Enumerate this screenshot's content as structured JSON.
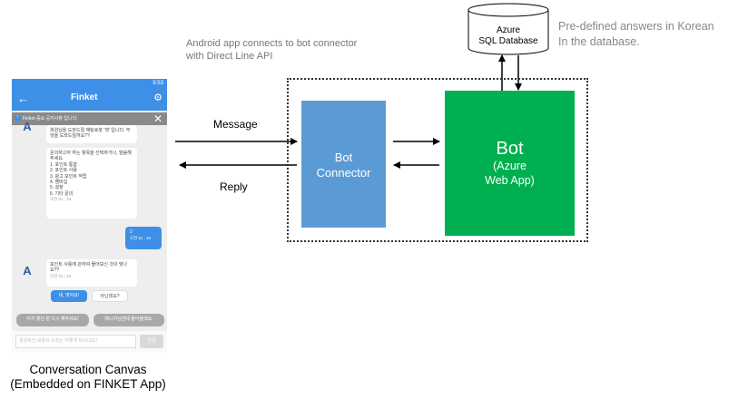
{
  "phone": {
    "status_time": "5:53",
    "app_title": "Finket",
    "notice_badge": "!",
    "notice_text": "Finket 중요 공지사항 입니다.",
    "partial_bot_text": "회원님을 도와드릴 채팅로봇 '챗' 입니다. 무엇을 도와드릴까요??",
    "bot_menu_intro": "문의하고자 하는 항목을 선택하거나, 말씀해주세요.",
    "bot_menu_items": [
      "1. 포인트 통합",
      "2. 포인트 사용",
      "3. 광고 포인트 적립",
      "4. 멤버십",
      "5. 설정",
      "6. 기타 문의"
    ],
    "bot_menu_time": "오전 01 : 23",
    "user_reply": "2",
    "user_reply_time": "오전 01 : 24",
    "bot_question": "포인트 사용에 관하여 물어보신 것이 맞나요??",
    "bot_question_time": "오전 01 : 24",
    "chip_yes": "네, 맞아요!",
    "chip_no": "아닌데요?",
    "suggest_1": "아차 했던 말 다시 해주세요!",
    "suggest_2": "매니저님한테 물어볼래요.",
    "input_placeholder": "궁금하신 내용이 오직는 어떻게 되시나요?",
    "send_label": "전송"
  },
  "caption": {
    "line1": "Conversation Canvas",
    "line2": "(Embedded on FINKET App)"
  },
  "note_android": {
    "line1": "Android app connects to bot connector",
    "line2": "with Direct Line API"
  },
  "labels": {
    "message": "Message",
    "reply": "Reply"
  },
  "connector": {
    "line1": "Bot",
    "line2": "Connector"
  },
  "bot": {
    "title": "Bot",
    "line1": "(Azure",
    "line2": "Web App)"
  },
  "database": {
    "line1": "Azure",
    "line2": "SQL Database"
  },
  "note_db": {
    "line1": "Pre-defined answers in Korean",
    "line2": "In the database."
  },
  "colors": {
    "phone_accent": "#3d8fe8",
    "connector": "#5b9bd5",
    "bot": "#00b050"
  }
}
